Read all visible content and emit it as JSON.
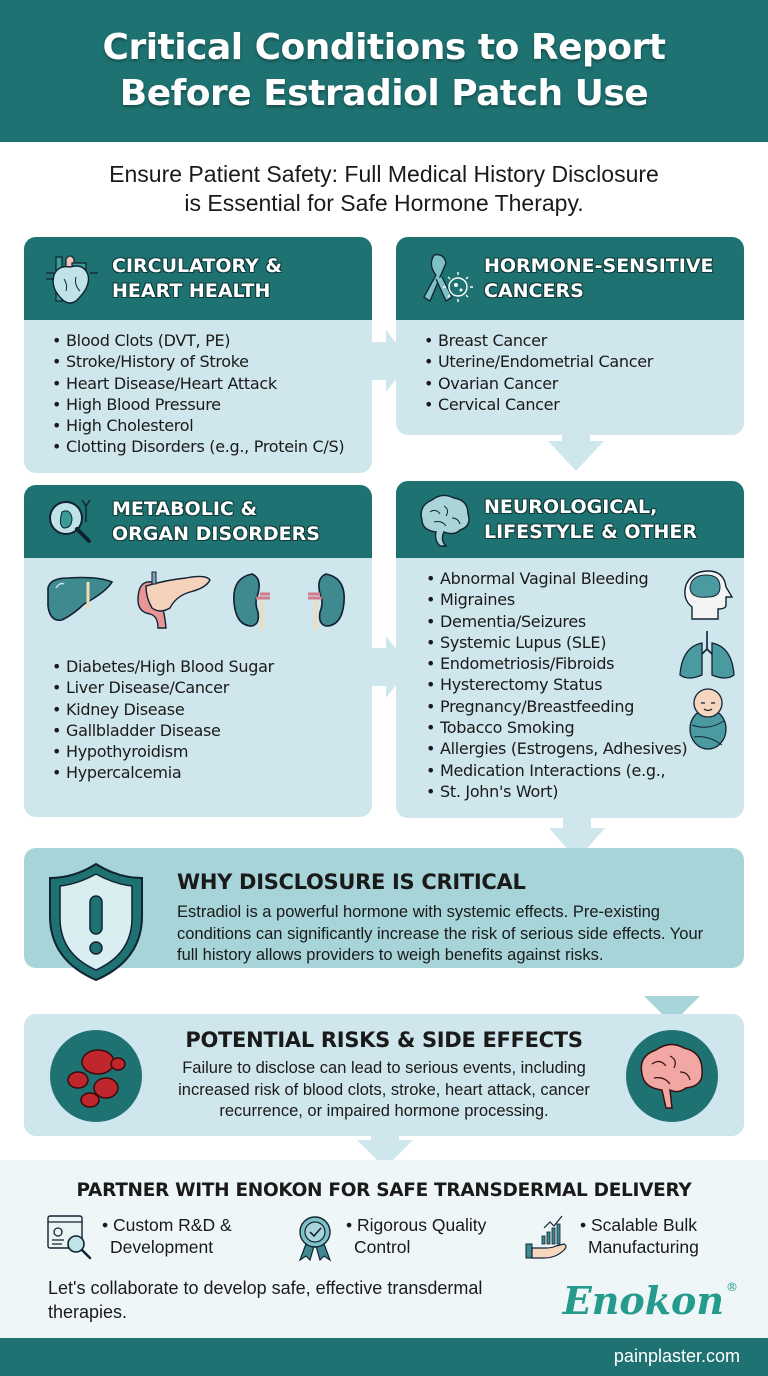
{
  "header": {
    "title_line1": "Critical Conditions to Report",
    "title_line2": "Before Estradiol Patch Use"
  },
  "subtitle": {
    "line1": "Ensure Patient Safety: Full Medical History Disclosure",
    "line2": "is Essential for Safe Hormone Therapy."
  },
  "cards": {
    "circulatory": {
      "title_line1": "CIRCULATORY &",
      "title_line2": "HEART HEALTH",
      "icon": "heart-icon",
      "items": [
        "Blood Clots (DVT, PE)",
        "Stroke/History of Stroke",
        "Heart Disease/Heart Attack",
        "High Blood Pressure",
        "High Cholesterol",
        "Clotting Disorders (e.g., Protein C/S)"
      ]
    },
    "cancers": {
      "title_line1": "HORMONE-SENSITIVE",
      "title_line2": "CANCERS",
      "icon": "ribbon-cell-icon",
      "items": [
        "Breast Cancer",
        "Uterine/Endometrial Cancer",
        "Ovarian Cancer",
        "Cervical Cancer"
      ]
    },
    "metabolic": {
      "title_line1": "METABOLIC &",
      "title_line2": "ORGAN DISORDERS",
      "icon": "magnifier-gallbladder-icon",
      "organ_icons": [
        "liver-icon",
        "pancreas-icon",
        "kidney-icon",
        "kidney-icon"
      ],
      "items": [
        "Diabetes/High Blood Sugar",
        "Liver Disease/Cancer",
        "Kidney Disease",
        "Gallbladder Disease",
        "Hypothyroidism",
        "Hypercalcemia"
      ]
    },
    "neuro": {
      "title_line1": "NEUROLOGICAL,",
      "title_line2": "LIFESTYLE & OTHER",
      "icon": "brain-icon",
      "side_icons": [
        "head-brain-icon",
        "lungs-icon",
        "baby-icon"
      ],
      "items": [
        "Abnormal Vaginal Bleeding",
        "Migraines",
        "Dementia/Seizures",
        "Systemic Lupus (SLE)",
        "Endometriosis/Fibroids",
        "Hysterectomy Status",
        "Pregnancy/Breastfeeding",
        "Tobacco Smoking",
        "Allergies (Estrogens, Adhesives)",
        "Medication Interactions (e.g.,",
        "St. John's Wort)"
      ]
    }
  },
  "why": {
    "title": "WHY DISCLOSURE IS CRITICAL",
    "body": "Estradiol is a powerful hormone with systemic effects. Pre-existing conditions can significantly increase the risk of serious side effects. Your full history allows providers to weigh benefits against risks.",
    "icon": "shield-alert-icon"
  },
  "risks": {
    "title": "POTENTIAL RISKS & SIDE EFFECTS",
    "body": "Failure to disclose can lead to serious events, including increased risk of blood clots, stroke, heart attack, cancer recurrence, or impaired hormone processing.",
    "icons": [
      "blood-cells-icon",
      "brain-icon"
    ]
  },
  "partner": {
    "title": "PARTNER WITH ENOKON FOR SAFE TRANSDERMAL DELIVERY",
    "features": [
      {
        "line1": "• Custom R&D &",
        "line2": "Development",
        "icon": "research-icon"
      },
      {
        "line1": "• Rigorous Quality",
        "line2": "Control",
        "icon": "quality-badge-icon"
      },
      {
        "line1": "• Scalable Bulk",
        "line2": "Manufacturing",
        "icon": "growth-hand-icon"
      }
    ],
    "collab": "Let's collaborate to develop safe, effective transdermal therapies.",
    "logo": "Enokon",
    "logo_mark": "®"
  },
  "footer": {
    "url": "painplaster.com"
  },
  "colors": {
    "teal_dark": "#1e7372",
    "card_light": "#cfe6ec",
    "why_bg": "#a7d4d8",
    "logo_green": "#249b8c"
  }
}
